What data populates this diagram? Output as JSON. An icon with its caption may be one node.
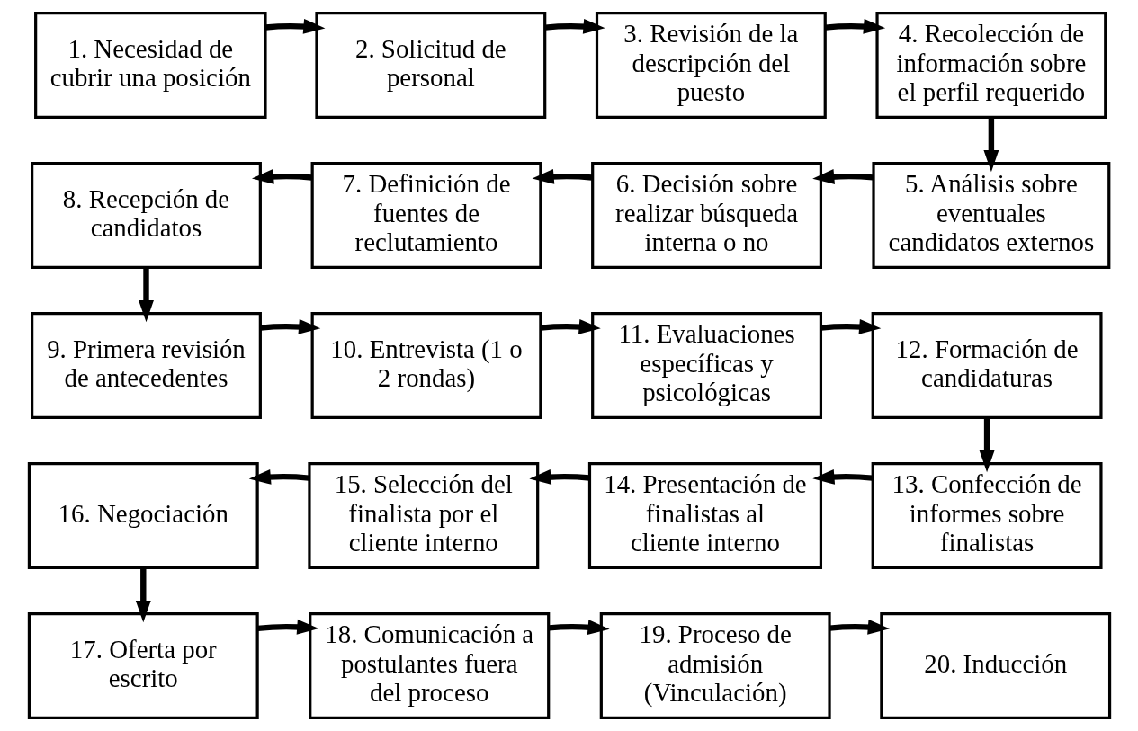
{
  "diagram": {
    "nodes": [
      {
        "text": [
          "1. Necesidad de cubrir una posición"
        ]
      },
      {
        "text": [
          "2. Solicitud de personal"
        ]
      },
      {
        "text": [
          "3. Revisión de la descripción del puesto"
        ]
      },
      {
        "text": [
          "4. Recolección de información sobre el perfil requerido"
        ]
      },
      {
        "text": [
          "5. Análisis sobre eventuales candidatos externos"
        ]
      },
      {
        "text": [
          "6. Decisión sobre realizar búsqueda interna o no"
        ]
      },
      {
        "text": [
          "7. Definición de fuentes de reclutamiento"
        ]
      },
      {
        "text": [
          "8. Recepción de candidatos"
        ]
      },
      {
        "text": [
          "9. Primera revisión de antecedentes"
        ]
      },
      {
        "text": [
          "10. Entrevista (1 o 2 rondas)"
        ]
      },
      {
        "text": [
          "11. Evaluaciones específicas y psicológicas"
        ]
      },
      {
        "text": [
          "12. Formación de candidaturas"
        ]
      },
      {
        "text": [
          "13. Confección de informes sobre finalistas"
        ]
      },
      {
        "text": [
          "14. Presentación de finalistas al cliente interno"
        ]
      },
      {
        "text": [
          "15. Selección del finalista por el cliente interno"
        ]
      },
      {
        "text": [
          "16. Negociación"
        ]
      },
      {
        "text": [
          "17. Oferta por escrito"
        ]
      },
      {
        "text": [
          "18. Comunicación a postulantes fuera del proceso"
        ]
      },
      {
        "text": [
          "19. Proceso de admisión (Vinculación)"
        ]
      },
      {
        "text": [
          "20. Inducción"
        ]
      }
    ],
    "edges": [
      {
        "from": 0,
        "to": 1,
        "arrow": "to"
      },
      {
        "from": 1,
        "to": 2,
        "arrow": "to"
      },
      {
        "from": 2,
        "to": 3,
        "arrow": "to"
      },
      {
        "from": 3,
        "to": 4,
        "arrow": "to"
      },
      {
        "from": 4,
        "to": 5,
        "arrow": "to"
      },
      {
        "from": 5,
        "to": 6,
        "arrow": "to"
      },
      {
        "from": 6,
        "to": 7,
        "arrow": "to"
      },
      {
        "from": 7,
        "to": 8,
        "arrow": "to"
      },
      {
        "from": 8,
        "to": 9,
        "arrow": "to"
      },
      {
        "from": 9,
        "to": 10,
        "arrow": "to"
      },
      {
        "from": 10,
        "to": 11,
        "arrow": "to"
      },
      {
        "from": 11,
        "to": 12,
        "arrow": "to"
      },
      {
        "from": 12,
        "to": 13,
        "arrow": "to"
      },
      {
        "from": 13,
        "to": 14,
        "arrow": "to"
      },
      {
        "from": 14,
        "to": 15,
        "arrow": "to"
      },
      {
        "from": 15,
        "to": 16,
        "arrow": "to"
      },
      {
        "from": 16,
        "to": 17,
        "arrow": "to"
      },
      {
        "from": 17,
        "to": 18,
        "arrow": "to"
      },
      {
        "from": 18,
        "to": 19,
        "arrow": "to"
      }
    ]
  }
}
